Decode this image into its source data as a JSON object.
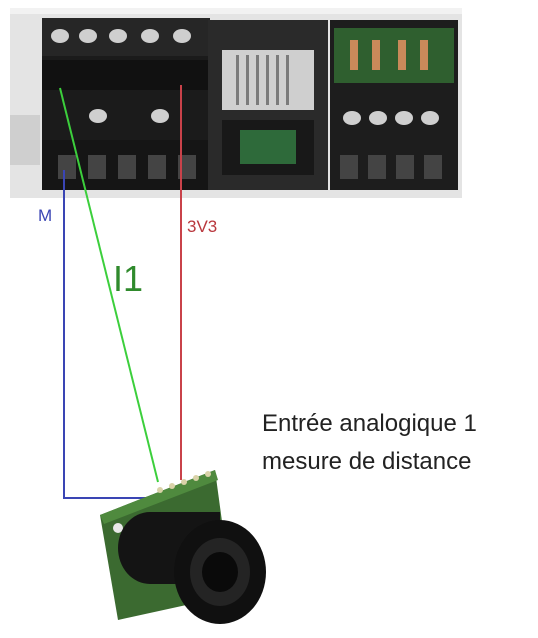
{
  "labels": {
    "m": "M",
    "v3v3": "3V3",
    "i1": "I1",
    "desc_line1": "Entrée analogique 1",
    "desc_line2": "mesure de distance"
  },
  "colors": {
    "wire_m": "#3a45b4",
    "wire_3v3": "#c9424a",
    "wire_i1": "#3ccf3c",
    "board_bg": "#e6e6e6",
    "terminal_black": "#1b1b1b",
    "pcb_green": "#3b6a30"
  },
  "icons": [
    "terminal-block",
    "rj45-port",
    "ultrasonic-sensor"
  ]
}
